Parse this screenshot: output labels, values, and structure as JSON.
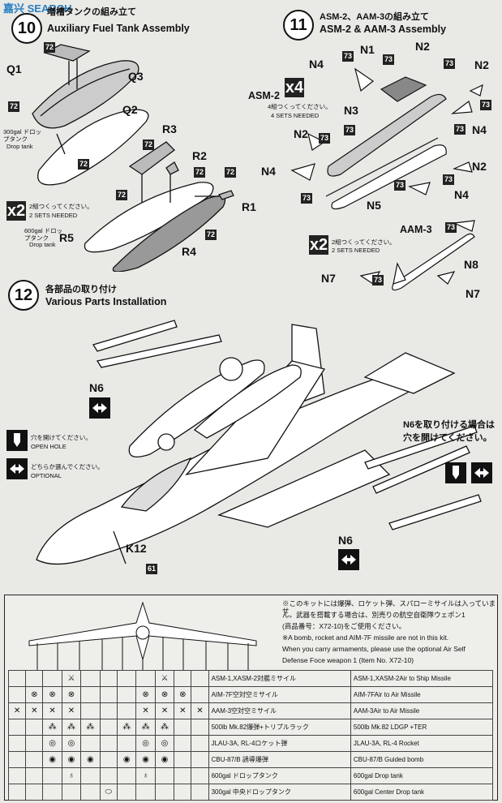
{
  "header": {
    "watermark": "嘉兴 SEARCH"
  },
  "step10": {
    "number": "10",
    "title_jp": "増槽タンクの組み立て",
    "title_en": "Auxiliary Fuel Tank Assembly",
    "parts": [
      "Q1",
      "Q3",
      "Q2",
      "R3",
      "R2",
      "R1",
      "R5",
      "R4"
    ],
    "tag": "72",
    "note_300_jp": "300gal ドロップタンク",
    "note_300_en": "Drop tank",
    "note_600_jp": "600gal ドロップタンク",
    "note_600_en": "Drop tank",
    "sets_mult": "x2",
    "sets_jp": "2組つくってください。",
    "sets_en": "2 SETS NEEDED"
  },
  "step11": {
    "number": "11",
    "title_jp": "ASM-2、AAM-3の組み立て",
    "title_en": "ASM-2 & AAM-3 Assembly",
    "parts": [
      "N1",
      "N2",
      "N2",
      "N4",
      "N3",
      "N2",
      "N4",
      "N4",
      "N5",
      "N2",
      "N4",
      "N8",
      "N7",
      "N7"
    ],
    "tag": "73",
    "asm2": "ASM-2",
    "asm2_mult": "x4",
    "asm2_jp": "4組つくってください。",
    "asm2_en": "4 SETS NEEDED",
    "aam3": "AAM-3",
    "aam3_mult": "x2",
    "aam3_jp": "2組つくってください。",
    "aam3_en": "2 SETS NEEDED"
  },
  "step12": {
    "number": "12",
    "title_jp": "各部品の取り付け",
    "title_en": "Various Parts Installation",
    "n6a": "N6",
    "n6b": "N6",
    "k12": "K12",
    "tag61": "61",
    "open_hole_jp": "穴を開けてください。",
    "open_hole_en": "OPEN HOLE",
    "optional_jp": "どちらか選んでください。",
    "optional_en": "OPTIONAL",
    "n6note_jp1": "N6を取り付ける場合は",
    "n6note_jp2": "穴を開けてください。"
  },
  "weapons": {
    "note_jp1": "※このキットには爆弾、ロケット弾、スパローミサイルは入っていませ",
    "note_jp2": "ん。武器を搭載する場合は、別売りの航空自衛隊ウェポン1",
    "note_jp3": "(商品番号：X72-10)をご使用ください。",
    "note_en1": "※A bomb, rocket and AIM-7F missile are not in this kit.",
    "note_en2": "When you carry armaments, please use the optional Air Self",
    "note_en3": "Defense Foce weapon 1 (Item No. X72-10)",
    "rows": [
      {
        "jp": "ASM-1,XASM-2対艦ミサイル",
        "en": "ASM-1,XASM-2Air to Ship Missile"
      },
      {
        "jp": "AIM-7F空対空ミサイル",
        "en": "AIM-7FAir to Air Missile"
      },
      {
        "jp": "AAM-3空対空ミサイル",
        "en": "AAM-3Air to Air Missile"
      },
      {
        "jp": "500lb Mk.82爆弾+トリプルラック",
        "en": "500lb Mk.82 LDGP +TER"
      },
      {
        "jp": "JLAU-3A, RL-4ロケット弾",
        "en": "JLAU-3A, RL-4 Rocket"
      },
      {
        "jp": "CBU-87/B 誘導爆弾",
        "en": "CBU-87/B Guided bomb"
      },
      {
        "jp": "600gal ドロップタンク",
        "en": "600gal Drop tank"
      },
      {
        "jp": "300gal 中央ドロップタンク",
        "en": "600gal Center Drop tank"
      }
    ]
  }
}
